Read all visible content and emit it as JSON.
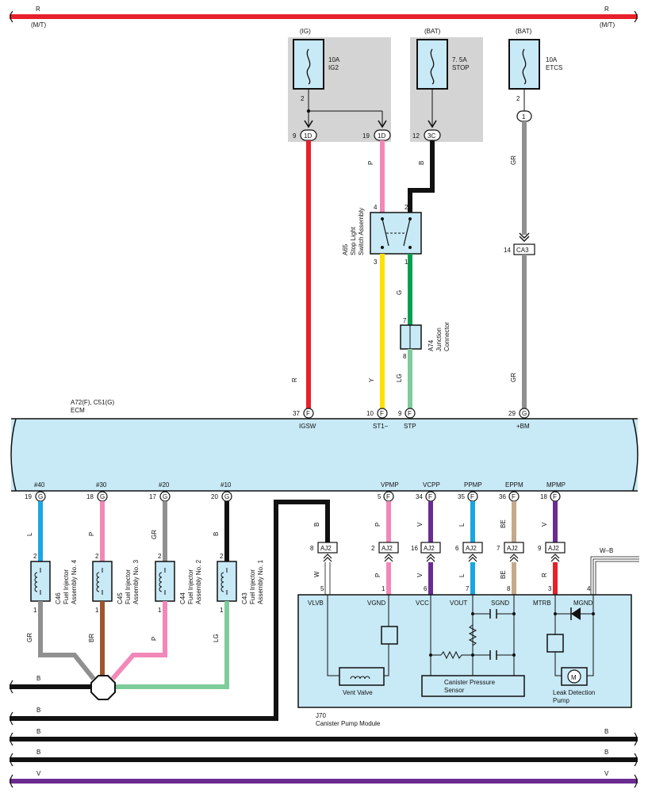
{
  "diagram": {
    "busR": {
      "label": "R",
      "sub": "(M/T)"
    },
    "fuses": {
      "ig2": {
        "source": "(IG)",
        "amp": "10A",
        "name": "IG2"
      },
      "stop": {
        "source": "(BAT)",
        "amp": "7. 5A",
        "name": "STOP"
      },
      "etcs": {
        "source": "(BAT)",
        "amp": "10A",
        "name": "ETCS"
      }
    },
    "connectors": {
      "d1": "1D",
      "c3": "3C",
      "one": "1",
      "ca3": "CA3",
      "f": "F",
      "g": "G",
      "aj2": "AJ2"
    },
    "pins": {
      "p2": "2",
      "p9": "9",
      "p19": "19",
      "p12": "12",
      "p14": "14",
      "p4": "4",
      "p1": "1",
      "p3": "3",
      "p7": "7",
      "p8": "8",
      "p37": "37",
      "p10": "10",
      "p29": "29",
      "p20": "20",
      "p17": "17",
      "p18": "18",
      "p5": "5",
      "p34": "34",
      "p35": "35",
      "p36": "36",
      "p16": "16",
      "p6": "6"
    },
    "wireColors": {
      "R": "R",
      "P": "P",
      "B": "B",
      "GR": "GR",
      "Y": "Y",
      "G": "G",
      "LG": "LG",
      "L": "L",
      "V": "V",
      "BE": "BE",
      "W": "W",
      "BR": "BR",
      "WB": "W–B"
    },
    "stopSwitch": {
      "code": "A65",
      "name1": "Stop Light",
      "name2": "Switch Assembly"
    },
    "junction": {
      "code": "A74",
      "name1": "Junction",
      "name2": "Connector"
    },
    "ecm": {
      "code": "A72(F), C51(G)",
      "name": "ECM",
      "topTerms": [
        "IGSW",
        "ST1−",
        "STP",
        "+BM"
      ],
      "bottomTerms": [
        "#40",
        "#30",
        "#20",
        "#10",
        "VPMP",
        "VCPP",
        "PPMP",
        "EPPM",
        "MPMP"
      ]
    },
    "injectors": [
      {
        "code": "C46",
        "name1": "Fuel Injector",
        "name2": "Assembly No. 4"
      },
      {
        "code": "C45",
        "name1": "Fuel Injector",
        "name2": "Assembly No. 3"
      },
      {
        "code": "C44",
        "name1": "Fuel Injector",
        "name2": "Assembly No. 2"
      },
      {
        "code": "C43",
        "name1": "Fuel Injector",
        "name2": "Assembly No. 1"
      }
    ],
    "pump": {
      "code": "J70",
      "name": "Canister Pump Module",
      "terms": [
        "VLVB",
        "VGND",
        "VCC",
        "VOUT",
        "SGND",
        "MTRB",
        "MGND"
      ],
      "valve": "Vent Valve",
      "sensor1": "Canister Pressure",
      "sensor2": "Sensor",
      "motor": "M",
      "pump1": "Leak Detection",
      "pump2": "Pump"
    },
    "colors": {
      "red": "#e8202a",
      "pink": "#f288b8",
      "black": "#111111",
      "gray": "#909090",
      "yellow": "#ffe000",
      "green": "#00a050",
      "lightgreen": "#7dcc9a",
      "blue": "#1aa6e0",
      "violet": "#6a2c91",
      "beige": "#c4a98c",
      "brown": "#a0552a",
      "panel": "#c8e9f6",
      "fuseBox": "#d4d4d4"
    }
  }
}
